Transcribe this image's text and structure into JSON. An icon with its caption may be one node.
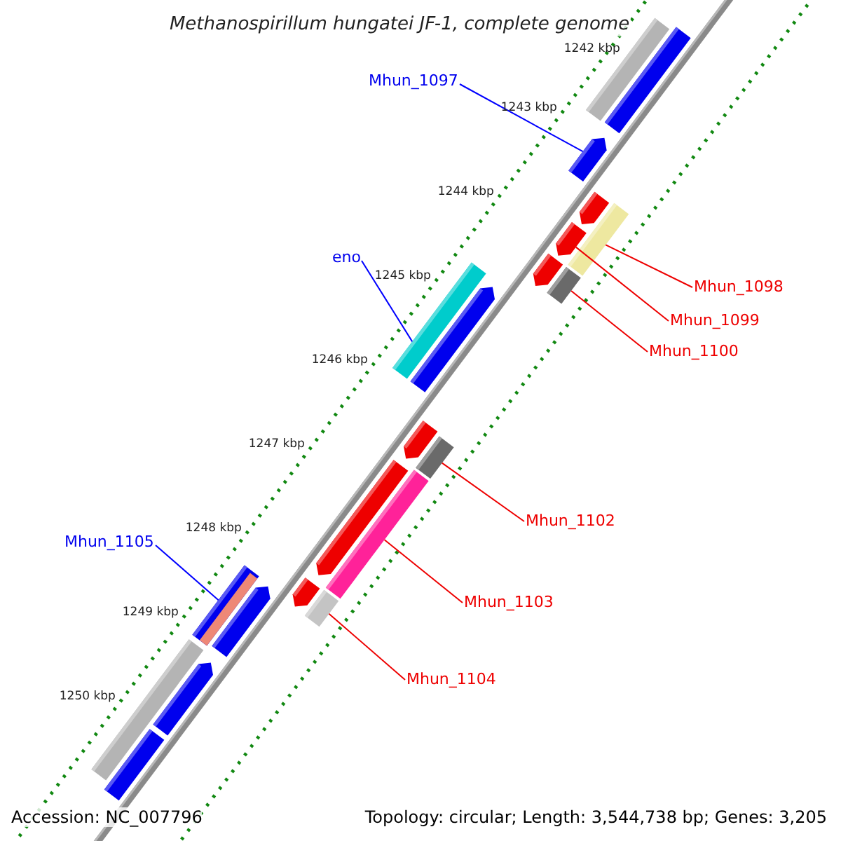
{
  "diagram": {
    "title": "Methanospirillum hungatei JF-1, complete genome",
    "nodes": [
      {
        "text": [
          "Mhun_1097"
        ]
      },
      {
        "text": [
          "eno"
        ]
      },
      {
        "text": [
          "Mhun_1098"
        ]
      },
      {
        "text": [
          "Mhun_1099"
        ]
      },
      {
        "text": [
          "Mhun_1100"
        ]
      },
      {
        "text": [
          "Mhun_1102"
        ]
      },
      {
        "text": [
          "Mhun_1105"
        ]
      },
      {
        "text": [
          "Mhun_1103"
        ]
      },
      {
        "text": [
          "Mhun_1104"
        ]
      },
      {
        "text": [],
        "shape": "bar"
      },
      {
        "text": [],
        "shape": "bar"
      },
      {
        "text": [],
        "shape": "arrow"
      },
      {
        "text": [],
        "shape": "bar"
      },
      {
        "text": [],
        "shape": "arrow"
      },
      {
        "text": [],
        "shape": "arrow"
      },
      {
        "text": [],
        "shape": "arrow"
      },
      {
        "text": [],
        "shape": "bar"
      },
      {
        "text": [],
        "shape": "bar"
      },
      {
        "text": [],
        "shape": "arrow"
      },
      {
        "text": [],
        "shape": "arrow"
      },
      {
        "text": [],
        "shape": "bar"
      },
      {
        "text": [],
        "shape": "arrow"
      },
      {
        "text": [],
        "shape": "bar"
      },
      {
        "text": [],
        "shape": "arrow"
      },
      {
        "text": [],
        "shape": "bar"
      },
      {
        "text": [],
        "shape": "bar"
      },
      {
        "text": [],
        "shape": "arrow"
      },
      {
        "text": [],
        "shape": "bar"
      },
      {
        "text": [],
        "shape": "arrow"
      },
      {
        "text": [],
        "shape": "bar"
      }
    ],
    "edges": [
      {
        "from": 0,
        "to": 11,
        "arrow": "none",
        "color": "#0000ff"
      },
      {
        "from": 1,
        "to": 17,
        "arrow": "none",
        "color": "#0000ff"
      },
      {
        "from": 2,
        "to": 12,
        "arrow": "none"
      },
      {
        "from": 3,
        "to": 14,
        "arrow": "none"
      },
      {
        "from": 4,
        "to": 16,
        "arrow": "none"
      },
      {
        "from": 5,
        "to": 20,
        "arrow": "none"
      },
      {
        "from": 6,
        "to": 25,
        "arrow": "none",
        "color": "#0000ff"
      },
      {
        "from": 7,
        "to": 22,
        "arrow": "none"
      },
      {
        "from": 8,
        "to": 24,
        "arrow": "none"
      }
    ],
    "labels": [
      "1242 kbp",
      "1243 kbp",
      "1244 kbp",
      "1245 kbp",
      "1246 kbp",
      "1247 kbp",
      "1248 kbp",
      "1249 kbp",
      "1250 kbp",
      "Accession: NC_007796",
      "Topology: circular; Length: 3,544,738 bp; Genes: 3,205"
    ]
  }
}
